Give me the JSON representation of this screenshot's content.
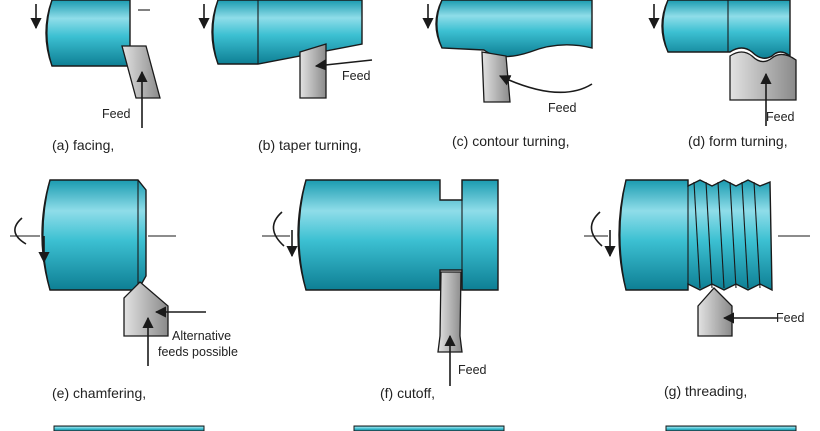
{
  "panels": {
    "a": {
      "caption": "(a) facing,",
      "feed_label": "Feed"
    },
    "b": {
      "caption": "(b) taper turning,",
      "feed_label": "Feed"
    },
    "c": {
      "caption": "(c) contour turning,",
      "feed_label": "Feed"
    },
    "d": {
      "caption": "(d) form turning,",
      "feed_label": "Feed"
    },
    "e": {
      "caption": "(e) chamfering,",
      "feed_label_line1": "Alternative",
      "feed_label_line2": "feeds possible"
    },
    "f": {
      "caption": "(f) cutoff,",
      "feed_label": "Feed"
    },
    "g": {
      "caption": "(g) threading,",
      "feed_label": "Feed"
    }
  },
  "colors": {
    "workpiece_light": "#7fd6e4",
    "workpiece_mid": "#2bb5c9",
    "workpiece_dark": "#0f8aa0",
    "tool_light": "#d6d6d6",
    "tool_dark": "#8e8e8e",
    "outline": "#1a1a1a"
  }
}
